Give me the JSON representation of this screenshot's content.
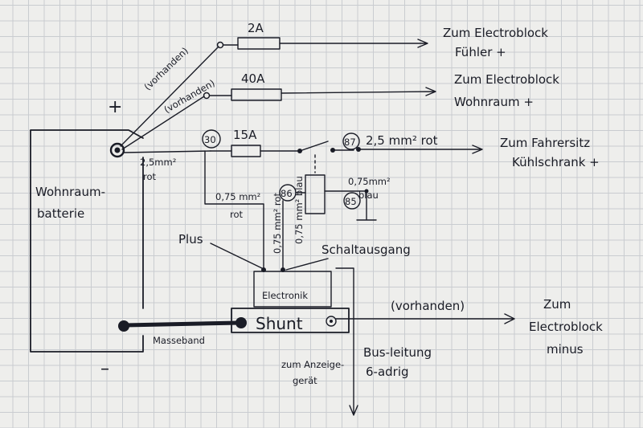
{
  "battery": {
    "label_line1": "Wohnraum-",
    "label_line2": "batterie",
    "plus": "+",
    "minus": "–"
  },
  "fuses": {
    "f1": "2A",
    "f2": "40A",
    "f3": "15A"
  },
  "existing_tags": {
    "upper": "(vorhanden)",
    "lower": "(vorhanden)",
    "right": "(vorhanden)"
  },
  "destinations": {
    "d1_line1": "Zum Electroblock",
    "d1_line2": "Fühler +",
    "d2_line1": "Zum Electroblock",
    "d2_line2": "Wohnraum +",
    "d3_line1": "Zum Fahrersitz",
    "d3_line2": "Kühlschrank +",
    "d4_line1": "Zum",
    "d4_line2": "Electroblock",
    "d4_line3": "minus"
  },
  "relay_pins": {
    "p30": "30",
    "p87": "87",
    "p86": "86",
    "p85": "85"
  },
  "wires": {
    "battery_out_size": "2,5mm²",
    "battery_out_color": "rot",
    "relay_out": "2,5 mm² rot",
    "control_size": "0,75 mm²",
    "control_color": "rot",
    "coil_size": "0,75mm²",
    "coil_color": "blau",
    "vertical_rot": "0,75 mm² rot",
    "vertical_blau": "0,75 mm² blau"
  },
  "labels": {
    "plus_terminal": "Plus",
    "switch_output": "Schaltausgang",
    "electronics": "Electronik",
    "shunt": "Shunt",
    "ground_strap": "Masseband",
    "display_line1": "zum Anzeige-",
    "display_line2": "gerät",
    "bus_line1": "Bus-leitung",
    "bus_line2": "6-adrig"
  }
}
